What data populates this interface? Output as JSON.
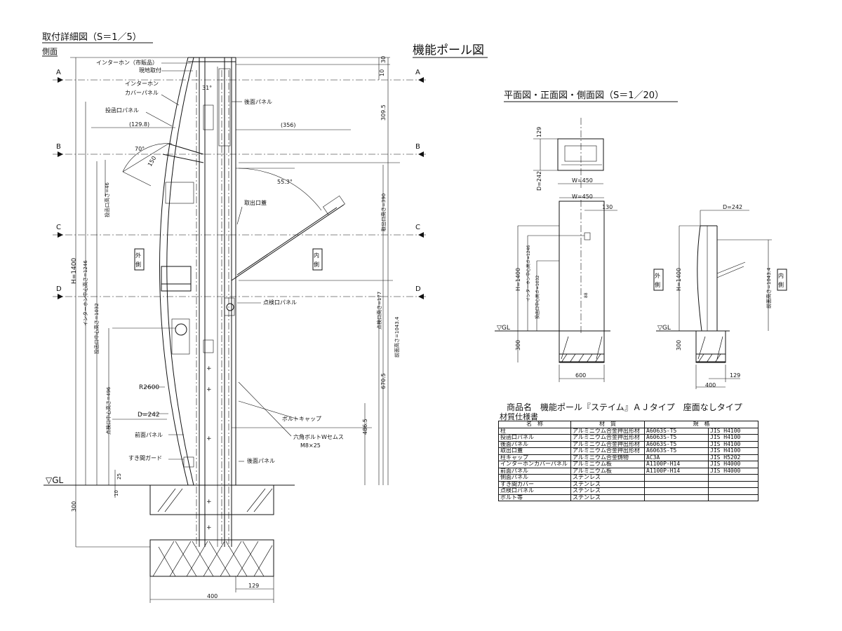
{
  "titles": {
    "detail": "取付詳細図（S＝1／5）",
    "side": "側面",
    "main": "機能ポール図",
    "plan": "平面図・正面図・側面図（S＝1／20）"
  },
  "sections": {
    "a": "A",
    "b": "B",
    "c": "C",
    "d": "D"
  },
  "labels": {
    "intercom": "インターホン（市販品）",
    "onsite": "現地取付",
    "intercom_cover": "インターホン",
    "intercom_cover2": "カバーパネル",
    "insert_panel": "投函口パネル",
    "back_panel": "後面パネル",
    "take_lid": "取出口蓋",
    "inspect_panel": "点検口パネル",
    "front_panel": "前面パネル",
    "gap_guard": "すき間ガード",
    "bolt_cap": "ボルトキャップ",
    "hex_bolt": "六角ボルトWセムス",
    "hex_bolt_size": "M8×25",
    "outside": "外側",
    "inside": "内側",
    "gl": "▽GL"
  },
  "dims": {
    "d129_8": "(129.8)",
    "d356": "(356)",
    "d70": "70°",
    "d150": "150",
    "d31": "31°",
    "d55": "55.3°",
    "d10": "10",
    "d30": "30",
    "d309_5": "309.5",
    "d46": "投函口高さ=46",
    "d390": "取出口高さ=390",
    "h1400": "H=1400",
    "h1246": "インターホン中心高さ=1246",
    "h1032": "投函口中心高さ=1032",
    "h177": "点検口高さ=177",
    "h1043": "前面高さ=1043.4",
    "h496": "点検口中心高さ=496",
    "r2600": "R2600",
    "d242": "D=242",
    "d670": "670.5",
    "d486": "486.5",
    "d25": "25",
    "d10b": "10",
    "d300": "300",
    "d129": "129",
    "d400": "400"
  },
  "small": {
    "d129": "129",
    "d242": "D=242",
    "w450a": "W=450",
    "w450b": "W=450",
    "d130": "130",
    "d242b": "D=242",
    "h1400": "H=1400",
    "h1246": "インターホン中心高さ=1246",
    "h1032": "投函口中心高さ=1032",
    "h1400b": "H=1400",
    "h1043": "前面高さ=1043.4",
    "gl1": "▽GL",
    "gl2": "▽GL",
    "d300a": "300",
    "d300b": "300",
    "d600": "600",
    "d400": "400",
    "d129b": "129",
    "outside": "外側",
    "inside": "内側",
    "label88": "88"
  },
  "spec": {
    "title": "商品名　機能ポール『ステイム』ＡＪタイプ　座面なしタイプ",
    "subtitle": "材質仕様書",
    "headers": [
      "名　称",
      "材　質",
      "規　格"
    ],
    "rows": [
      [
        "柱",
        "アルミニウム合金押出形材",
        "A6063S-T5",
        "JIS H4100"
      ],
      [
        "投函口パネル",
        "アルミニウム合金押出形材",
        "A6063S-T5",
        "JIS H4100"
      ],
      [
        "後面パネル",
        "アルミニウム合金押出形材",
        "A6063S-T5",
        "JIS H4100"
      ],
      [
        "取出口蓋",
        "アルミニウム合金押出形材",
        "A6063S-T5",
        "JIS H4100"
      ],
      [
        "柱キャップ",
        "アルミニウム合金鋳物",
        "AC3A",
        "JIS H5202"
      ],
      [
        "インターホンカバーパネル",
        "アルミニウム板",
        "A1100P-H14",
        "JIS H4000"
      ],
      [
        "前面パネル",
        "アルミニウム板",
        "A1100P-H14",
        "JIS H4000"
      ],
      [
        "側面パネル",
        "ステンレス",
        "",
        ""
      ],
      [
        "すき間カバー",
        "ステンレス",
        "",
        ""
      ],
      [
        "点検口パネル",
        "ステンレス",
        "",
        ""
      ],
      [
        "ボルト等",
        "ステンレス",
        "",
        ""
      ]
    ]
  }
}
